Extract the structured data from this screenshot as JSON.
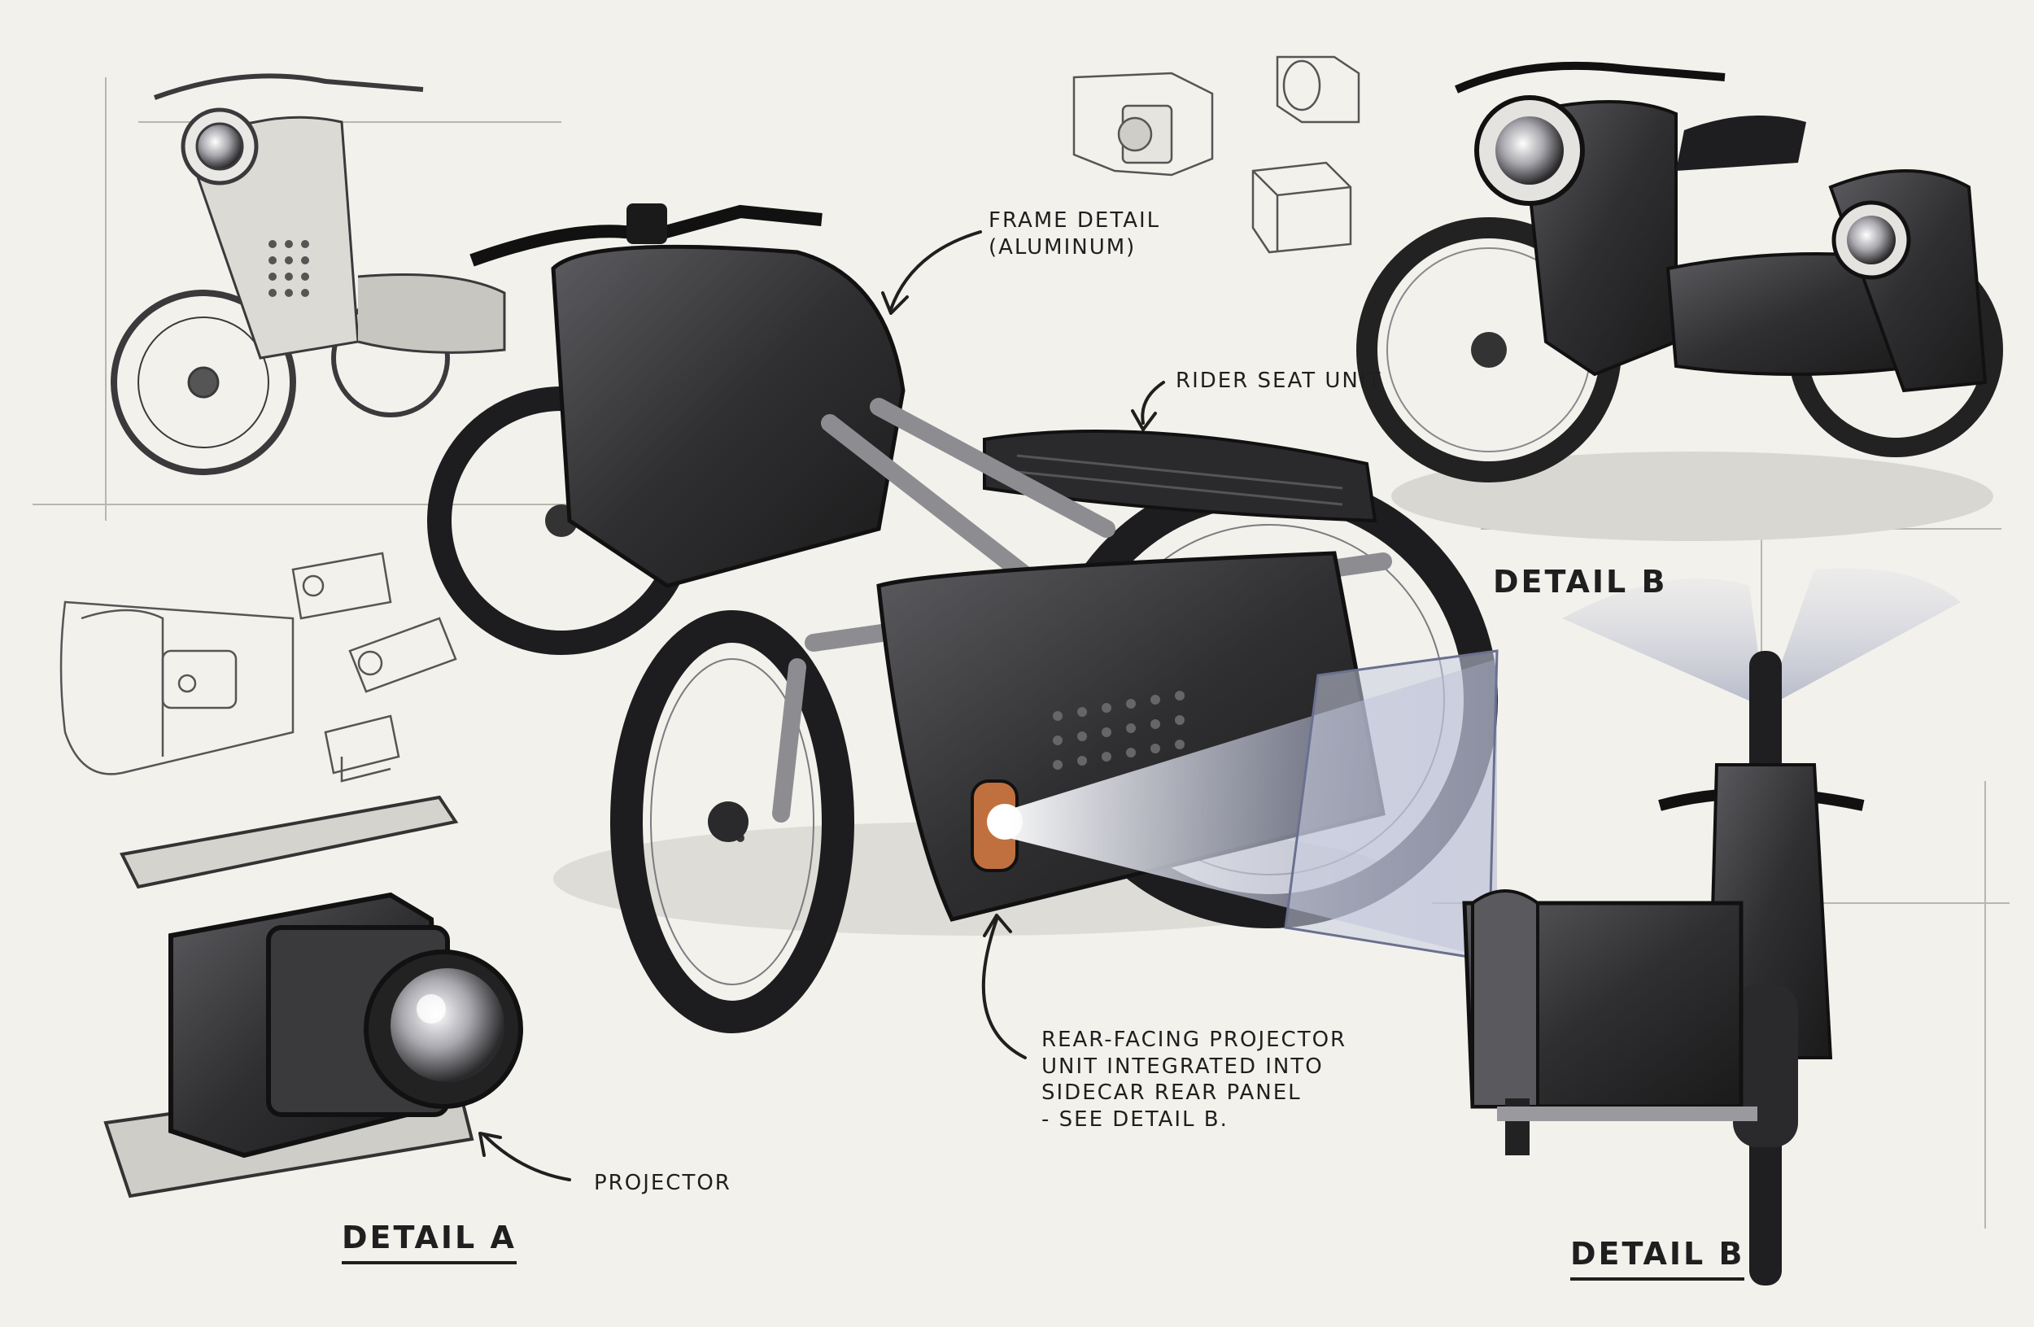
{
  "callouts": {
    "frame_detail": [
      "FRAME DETAIL",
      "(ALUMINUM)"
    ],
    "rider_seat": "RIDER SEAT UNIT",
    "projector_note": [
      "REAR-FACING PROJECTOR",
      "UNIT INTEGRATED INTO",
      "SIDECAR REAR PANEL",
      "- SEE DETAIL B."
    ],
    "projector": "PROJECTOR"
  },
  "detail_titles": {
    "detail_a": "DETAIL A",
    "detail_b_top": "DETAIL B",
    "detail_b_bottom": "DETAIL B"
  },
  "colors": {
    "paper": "#f3f1ec",
    "ink": "#1f1f1f",
    "metal_dark": "#2f2f31",
    "metal_light": "#9a9a9e",
    "copper": "#c0703f",
    "beam": "#b9bfd8"
  }
}
